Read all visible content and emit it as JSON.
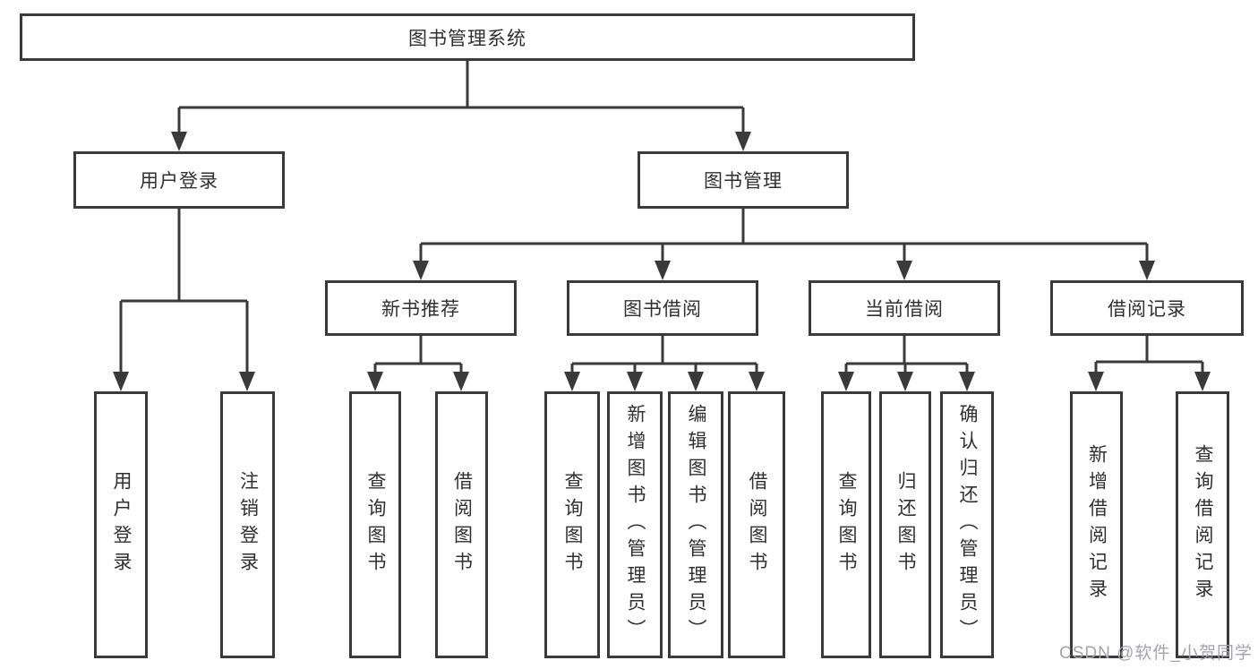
{
  "tree": {
    "root": {
      "label": "图书管理系统",
      "children": [
        {
          "label": "用户登录",
          "children": [
            {
              "label": "用户登录"
            },
            {
              "label": "注销登录"
            }
          ]
        },
        {
          "label": "图书管理",
          "children": [
            {
              "label": "新书推荐",
              "children": [
                {
                  "label": "查询图书"
                },
                {
                  "label": "借阅图书"
                }
              ]
            },
            {
              "label": "图书借阅",
              "children": [
                {
                  "label": "查询图书"
                },
                {
                  "label": "新增图书（管理员）"
                },
                {
                  "label": "编辑图书（管理员）"
                },
                {
                  "label": "借阅图书"
                }
              ]
            },
            {
              "label": "当前借阅",
              "children": [
                {
                  "label": "查询图书"
                },
                {
                  "label": "归还图书"
                },
                {
                  "label": "确认归还（管理员）"
                }
              ]
            },
            {
              "label": "借阅记录",
              "children": [
                {
                  "label": "新增借阅记录"
                },
                {
                  "label": "查询借阅记录"
                }
              ]
            }
          ]
        }
      ]
    }
  },
  "watermark": "CSDN @软件_小贺同学",
  "colors": {
    "line": "#3a3a3a",
    "box_border": "#3a3a3a",
    "text": "#303030",
    "box_background": "#ffffff",
    "page_background": "#ffffff",
    "watermark": "#a4a4ac"
  }
}
